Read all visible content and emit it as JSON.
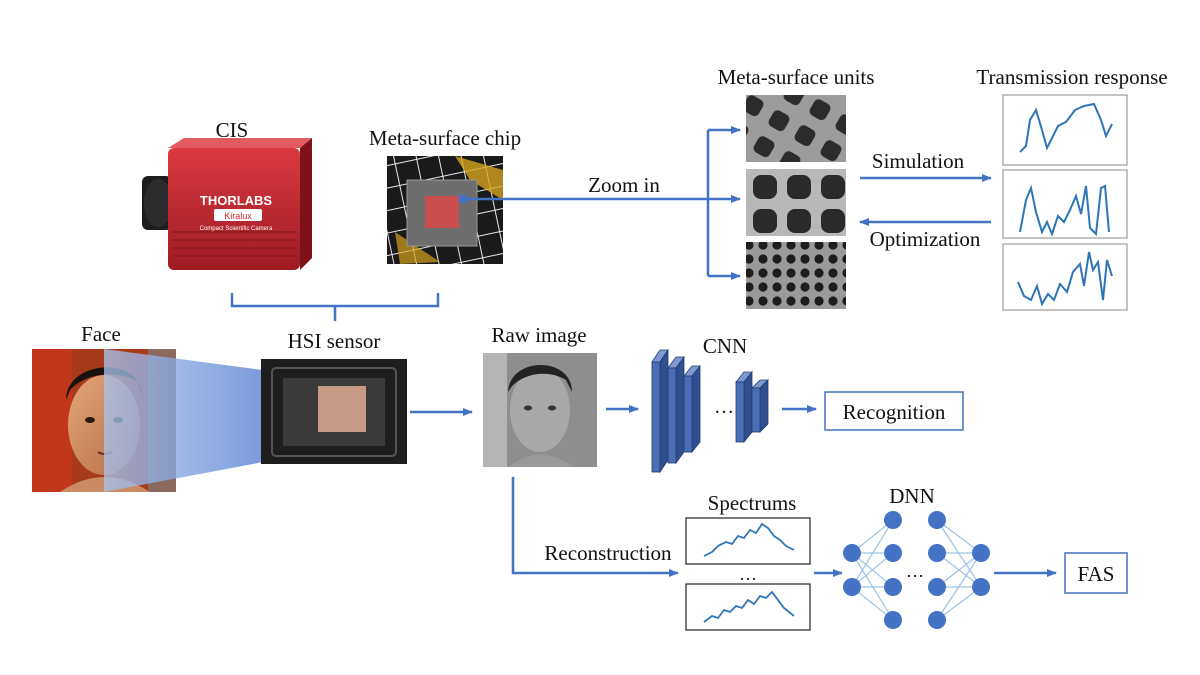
{
  "labels": {
    "cis": "CIS",
    "chip": "Meta-surface chip",
    "units": "Meta-surface units",
    "transmission": "Transmission response",
    "simulation": "Simulation",
    "optimization": "Optimization",
    "zoom": "Zoom in",
    "face": "Face",
    "hsi": "HSI sensor",
    "raw": "Raw image",
    "cnn": "CNN",
    "recognition": "Recognition",
    "spectrums": "Spectrums",
    "dnn": "DNN",
    "reconstruction": "Reconstruction",
    "fas": "FAS",
    "ellipsis": "…"
  },
  "camera": {
    "brand": "THORLABS",
    "model": "Kiralux",
    "caption": "Compact Scientific Camera"
  },
  "colors": {
    "arrow": "#4472c4",
    "node": "#4472c4",
    "edge": "#9dc3e6",
    "curve": "#2e75b6",
    "camera_red": "#c8262e",
    "cnn_front": "#4a6fb5",
    "cnn_side": "#2f4f8f",
    "cnn_top": "#7f9ad0"
  }
}
